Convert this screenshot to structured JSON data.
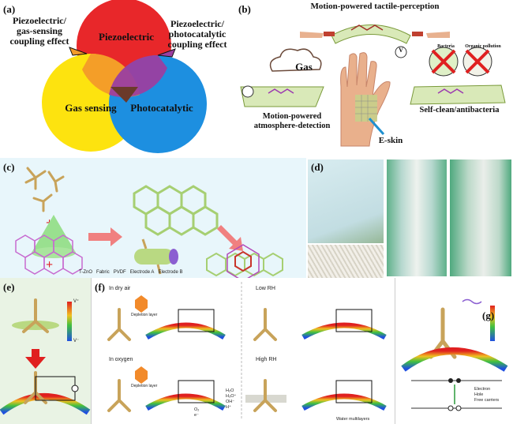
{
  "panel_a": {
    "label": "(a)",
    "circle_top": "Piezoelectric",
    "circle_left": "Gas sensing",
    "circle_right": "Photocatalytic",
    "left_note": "Piezoelectric/\ngas-sensing\ncoupling effect",
    "right_note": "Piezoelectric/\nphotocatalytic\ncoupling effect",
    "colors": {
      "red": "#e8272a",
      "yellow": "#fde30f",
      "blue": "#1d8fe0",
      "orange": "#f39a2a",
      "purple": "#9b3fa0"
    }
  },
  "panel_b": {
    "label": "(b)",
    "title": "Motion-powered tactile-perception",
    "gas_label": "Gas",
    "atmos_label": "Motion-powered\natmosphere-detection",
    "clean_label": "Self-clean/antibacteria",
    "eskin_label": "E-skin",
    "bacteria_label": "Bacteria",
    "organic_label": "Organic pollution",
    "volt_symbol": "V"
  },
  "panel_c": {
    "label": "(c)",
    "legend": [
      "T-ZnO",
      "Fabric",
      "PVDF",
      "Electrode A",
      "Electrode B"
    ],
    "legend_colors": [
      "#c8a35a",
      "#7b52c7",
      "#b9d982",
      "#e0262a",
      "#d14fcf"
    ]
  },
  "panel_d": {
    "label": "(d)"
  },
  "panel_e": {
    "label": "(e)",
    "v_plus": "V⁺",
    "v_minus": "V⁻"
  },
  "panel_f": {
    "label": "(f)",
    "dry_air": "In dry air",
    "oxygen": "In oxygen",
    "low_rh": "Low RH",
    "high_rh": "High RH",
    "depletion": "Depletion layer",
    "legend": [
      "H₂O",
      "H₃O⁺",
      "OH⁻",
      "H⁺",
      "O₂",
      "e⁻",
      "Water multilayers"
    ]
  },
  "panel_g": {
    "label": "(g)",
    "legend": [
      "Electron",
      "Hole",
      "Free carriers"
    ]
  }
}
